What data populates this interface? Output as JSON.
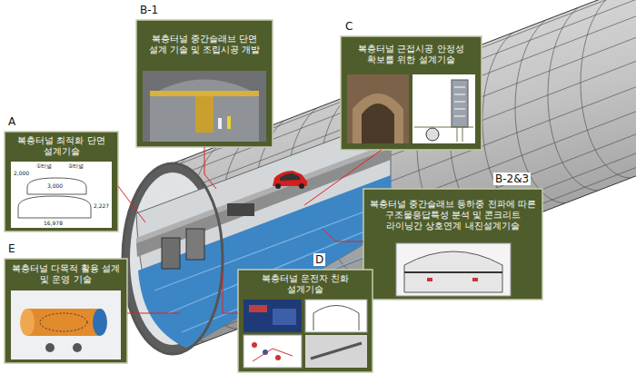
{
  "diagram": {
    "nodes": [
      {
        "text": [
          "B-1",
          "복층터널 중간슬래브 단면 설계 기술 및 조립시공 개발"
        ]
      },
      {
        "text": [
          "C",
          "복층터널 근접시공 안정성 확보를 위한 설계기술"
        ]
      },
      {
        "text": [
          "A",
          "복층터널 최적화 단면 설계기술"
        ]
      },
      {
        "text": [
          "B-2&3",
          "복층터널 중간슬래브 등하중 전파에 따른 구조물응답특성 분석 및 콘크리트 라이닝간 상호연계 내진설계기술"
        ]
      },
      {
        "text": [
          "E",
          "복층터널 다목적 활용 설계 및 운영 기술"
        ]
      },
      {
        "text": [
          "D",
          "복층터널 운전자 친화 설계기술"
        ]
      }
    ],
    "labels": [
      "①터널",
      "②터널",
      "2,000",
      "3,000",
      "2,227",
      "16,978"
    ]
  }
}
